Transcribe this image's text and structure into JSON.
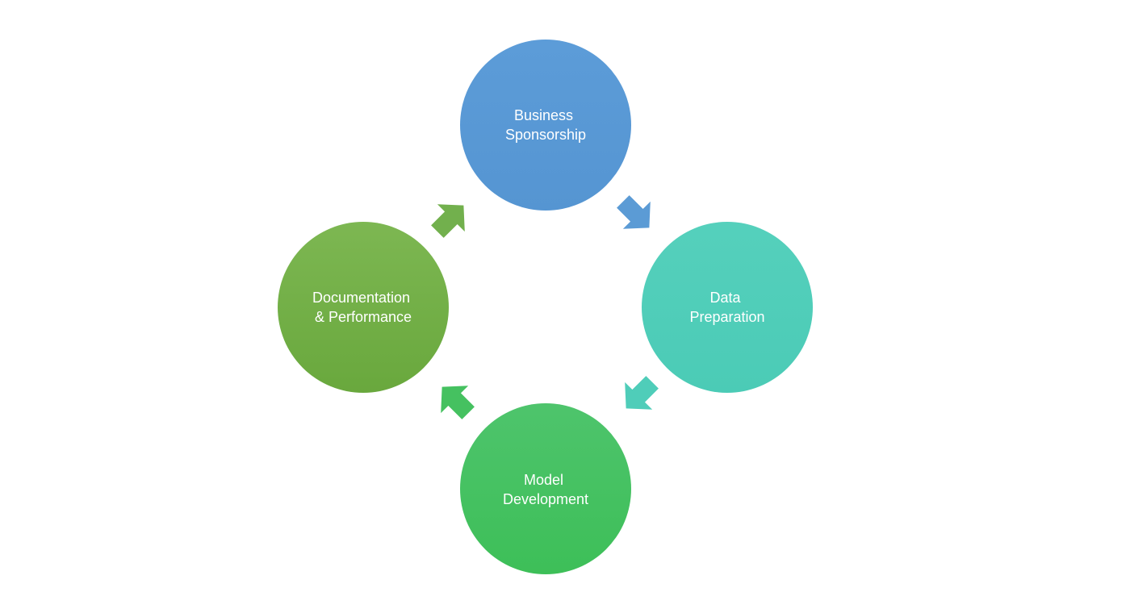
{
  "diagram": {
    "stages": [
      {
        "id": "business-sponsorship",
        "lines": [
          "Business",
          "Sponsorship"
        ],
        "color": "#5B9BD5"
      },
      {
        "id": "data-preparation",
        "lines": [
          "Data",
          "Preparation"
        ],
        "color": "#4FCDB9"
      },
      {
        "id": "model-development",
        "lines": [
          "Model",
          "Development"
        ],
        "color": "#45C160"
      },
      {
        "id": "documentation-performance",
        "lines": [
          "Documentation",
          "& Performance"
        ],
        "color": "#72B04D"
      }
    ],
    "flow": "clockwise"
  }
}
